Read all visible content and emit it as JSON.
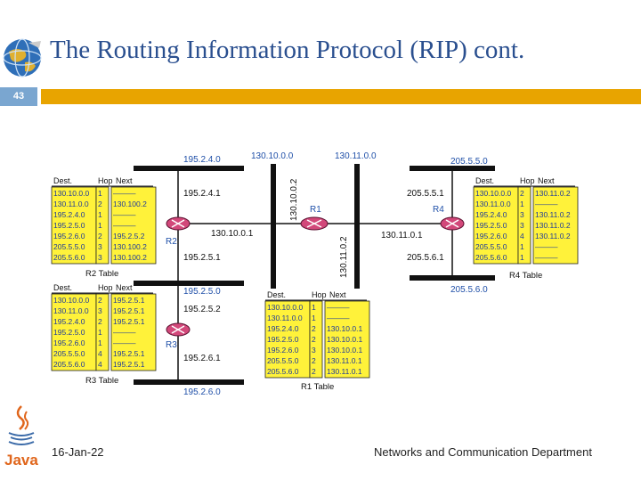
{
  "slide": {
    "title": "The Routing Information Protocol (RIP) cont.",
    "page_number": "43",
    "footer_date": "16-Jan-22",
    "footer_department": "Networks and Communication Department"
  },
  "colors": {
    "title": "#2a4f8f",
    "accent_bar": "#e8a400",
    "page_box": "#7aa6d0",
    "table_fill": "#fff23a",
    "label_blue": "#1f4fa8"
  },
  "icons": {
    "logo": "globe-network-icon",
    "java": "java-logo-icon"
  },
  "diagram": {
    "networks": {
      "n195_2_4_0": "195.2.4.0",
      "n130_10_0_0": "130.10.0.0",
      "n130_11_0_0": "130.11.0.0",
      "n205_5_5_0": "205.5.5.0",
      "n195_2_5_0": "195.2.5.0",
      "n205_5_6_0": "205.5.6.0",
      "n195_2_6_0": "195.2.6.0"
    },
    "routers": {
      "r1": "R1",
      "r2": "R2",
      "r3": "R3",
      "r4": "R4"
    },
    "interfaces": {
      "r2_top": "195.2.4.1",
      "r2_right": "130.10.0.1",
      "r2_bottom": "195.2.5.1",
      "r1_left": "130.10.0.2",
      "r1_right": "130.11.0.2",
      "r4_left": "130.11.0.1",
      "r4_top": "205.5.5.1",
      "r4_bottom": "205.5.6.1",
      "r3_top": "195.2.5.2",
      "r3_bottom": "195.2.6.1"
    },
    "headers": {
      "dest": "Dest.",
      "hop": "Hop",
      "next": "Next"
    },
    "tables": {
      "r2": {
        "name": "R2 Table",
        "rows": [
          [
            "130.10.0.0",
            "1",
            "———"
          ],
          [
            "130.11.0.0",
            "2",
            "130.100.2"
          ],
          [
            "195.2.4.0",
            "1",
            "———"
          ],
          [
            "195.2.5.0",
            "1",
            "———"
          ],
          [
            "195.2.6.0",
            "2",
            "195.2.5.2"
          ],
          [
            "205.5.5.0",
            "3",
            "130.100.2"
          ],
          [
            "205.5.6.0",
            "3",
            "130.100.2"
          ]
        ]
      },
      "r3": {
        "name": "R3 Table",
        "rows": [
          [
            "130.10.0.0",
            "2",
            "195.2.5.1"
          ],
          [
            "130.11.0.0",
            "3",
            "195.2.5.1"
          ],
          [
            "195.2.4.0",
            "2",
            "195.2.5.1"
          ],
          [
            "195.2.5.0",
            "1",
            "———"
          ],
          [
            "195.2.6.0",
            "1",
            "———"
          ],
          [
            "205.5.5.0",
            "4",
            "195.2.5.1"
          ],
          [
            "205.5.6.0",
            "4",
            "195.2.5.1"
          ]
        ]
      },
      "r1": {
        "name": "R1 Table",
        "rows": [
          [
            "130.10.0.0",
            "1",
            "———"
          ],
          [
            "130.11.0.0",
            "1",
            "———"
          ],
          [
            "195.2.4.0",
            "2",
            "130.10.0.1"
          ],
          [
            "195.2.5.0",
            "2",
            "130.10.0.1"
          ],
          [
            "195.2.6.0",
            "3",
            "130.10.0.1"
          ],
          [
            "205.5.5.0",
            "2",
            "130.11.0.1"
          ],
          [
            "205.5.6.0",
            "2",
            "130.11.0.1"
          ]
        ]
      },
      "r4": {
        "name": "R4 Table",
        "rows": [
          [
            "130.10.0.0",
            "2",
            "130.11.0.2"
          ],
          [
            "130.11.0.0",
            "1",
            "———"
          ],
          [
            "195.2.4.0",
            "3",
            "130.11.0.2"
          ],
          [
            "195.2.5.0",
            "3",
            "130.11.0.2"
          ],
          [
            "195.2.6.0",
            "4",
            "130.11.0.2"
          ],
          [
            "205.5.5.0",
            "1",
            "———"
          ],
          [
            "205.5.6.0",
            "1",
            "———"
          ]
        ]
      }
    }
  }
}
